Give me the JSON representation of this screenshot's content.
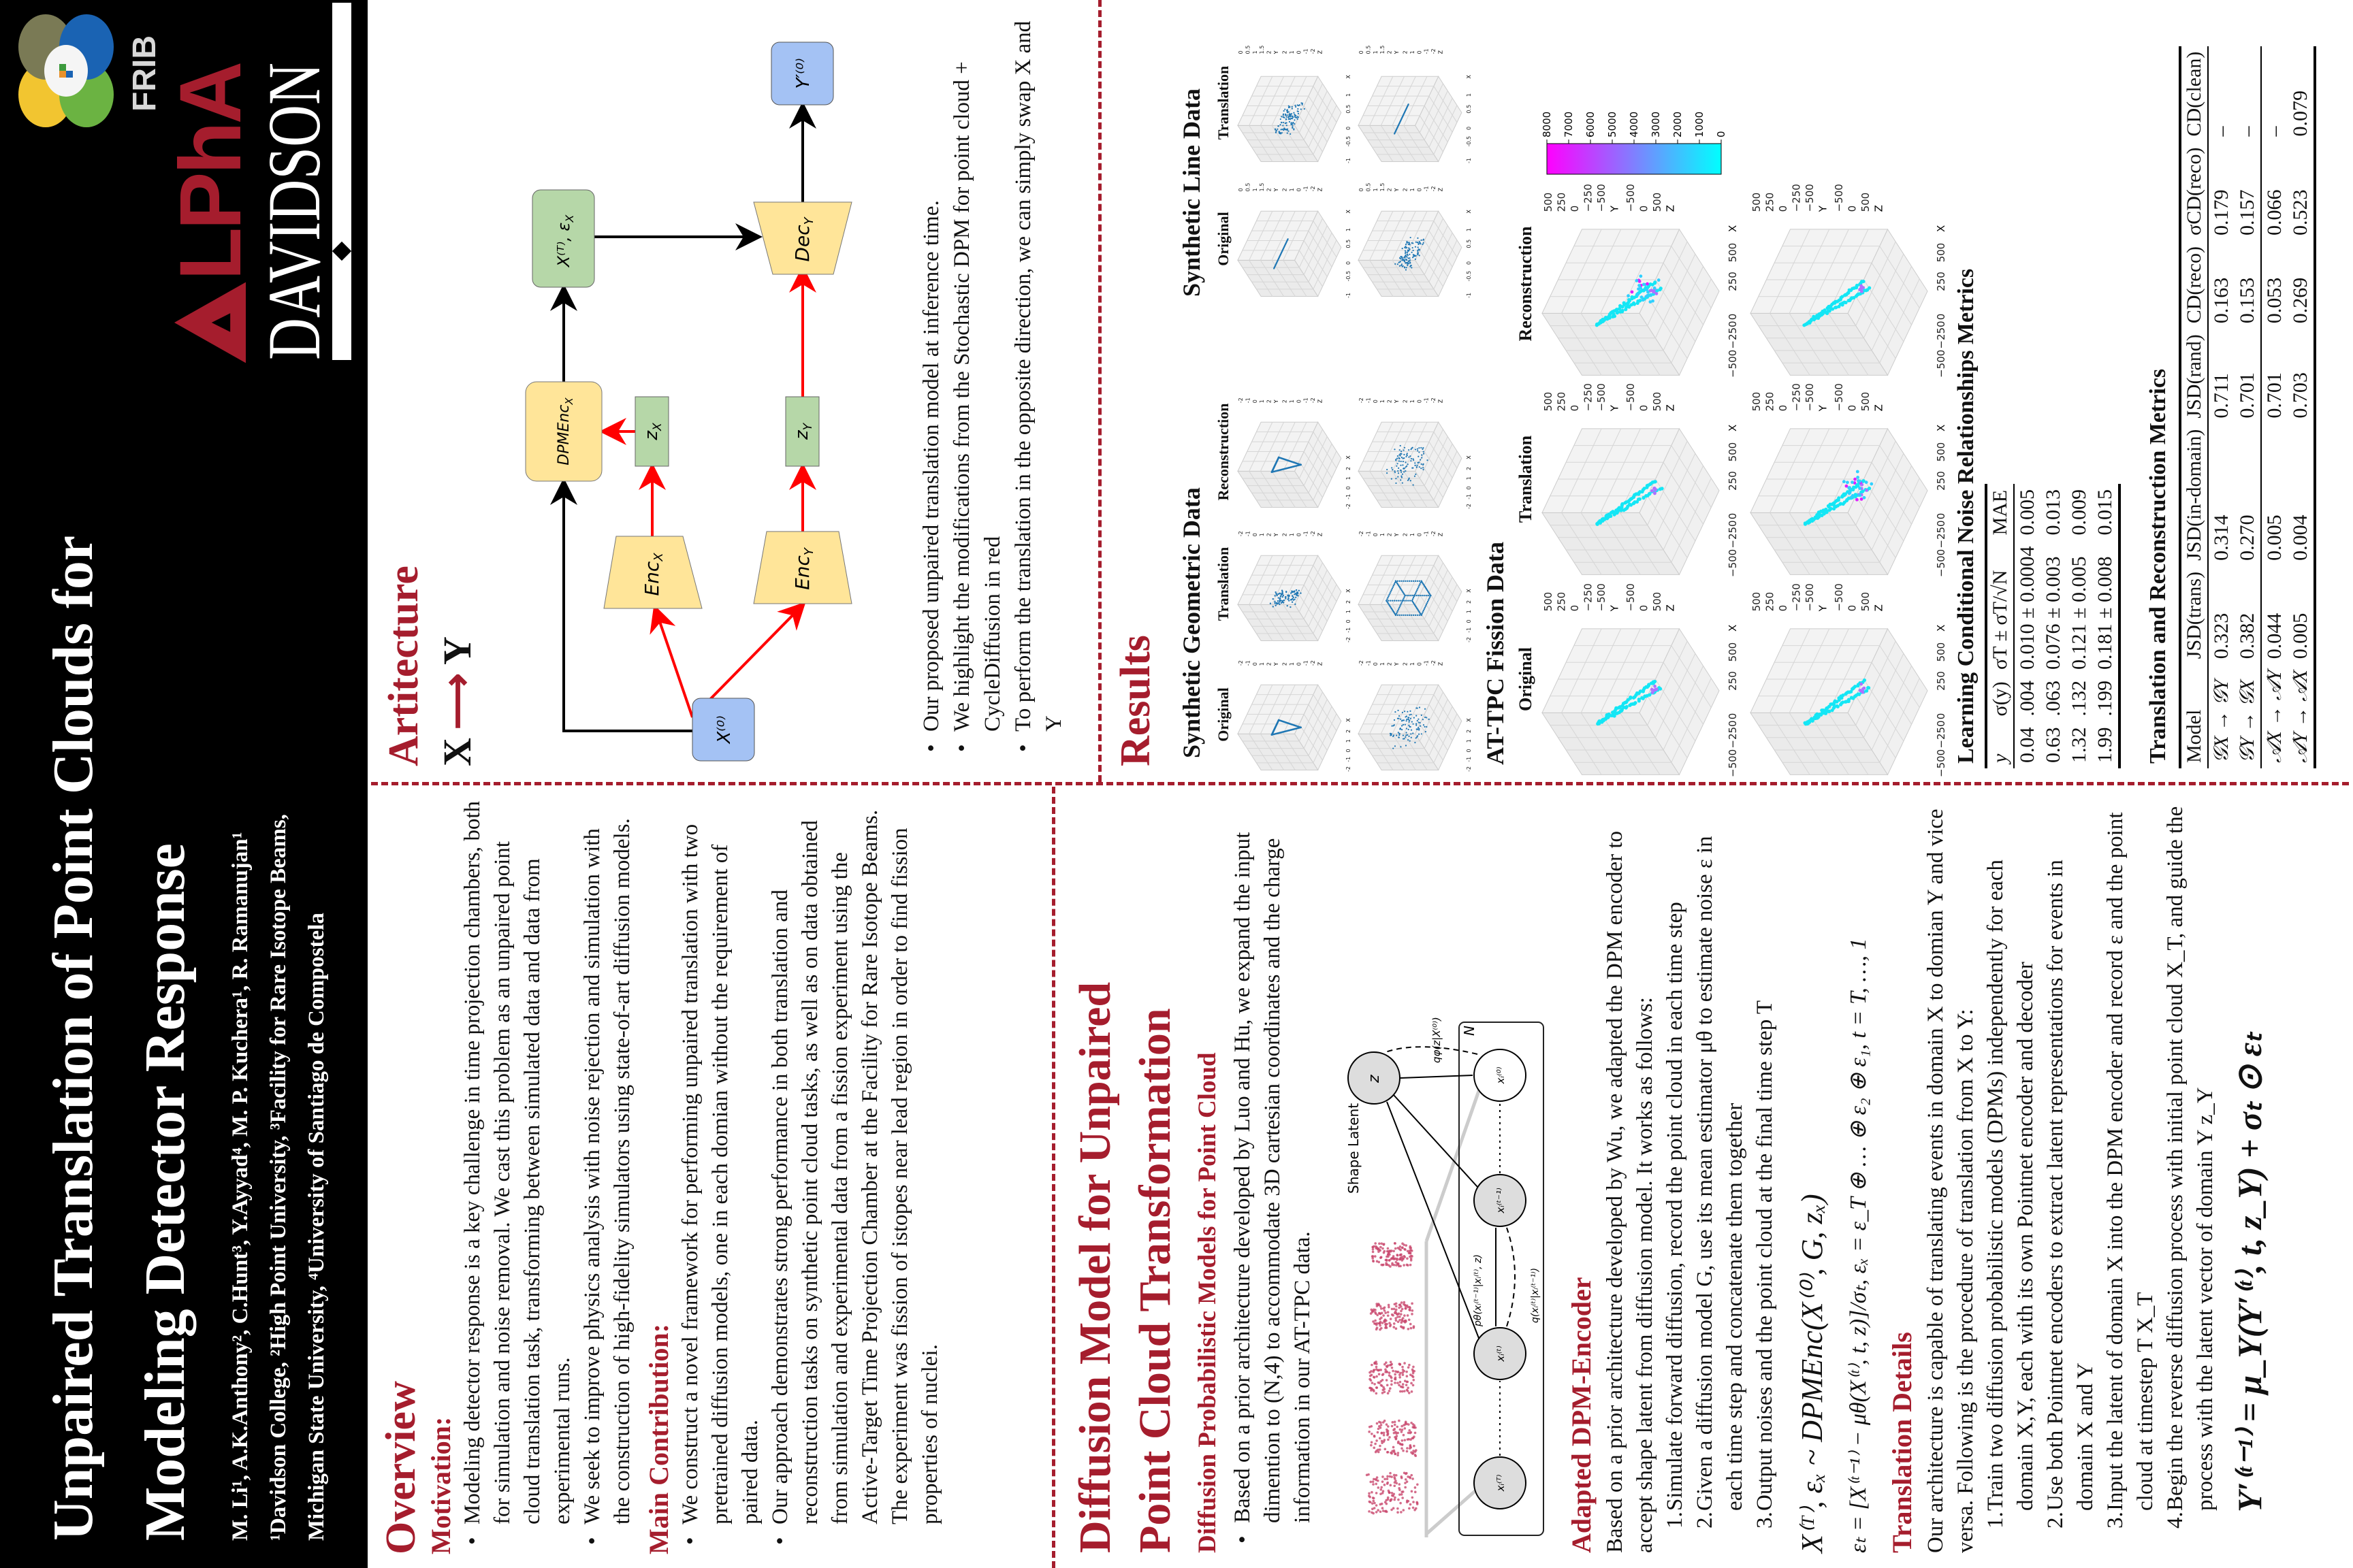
{
  "header": {
    "title_line1": "Unpaired Translation of Point Clouds for",
    "title_line2": "Modeling Detector Response",
    "authors": "M. Li¹, A.K.Anthony², C.Hunt³, Y.Ayyad⁴, M. P. Kuchera¹, R. Ramanujan¹",
    "affiliations_line1": "¹Davidson College, ²High Point University, ³Facility for Rare Isotope Beams,",
    "affiliations_line2": "Michigan State University, ⁴University of Santiago de Compostela",
    "logos": {
      "frib": "FRIB",
      "alpha": "LPhA",
      "davidson": "DAVIDSON"
    }
  },
  "overview": {
    "heading": "Overview",
    "motivation_heading": "Motivation:",
    "motivation_bullets": [
      "Modeling detector response is a key challenge in time projection chambers, both for simulation and noise removal. We cast this problem as an unpaired point cloud translation task, transforming between simulated data and data from experimental runs.",
      "We seek to improve physics analysis with noise rejection and simulation with the construction of high-fidelity simulators using state-of-art diffusion models."
    ],
    "contribution_heading": "Main Contribution:",
    "contribution_bullets": [
      "We construct a novel framework for performing unpaired translation with two pretrained diffusion models, one in each domian without the requirement of paired data.",
      "Our approach demonstrates strong performance in both translation and reconstruction tasks on synthetic point cloud tasks, as well as on data obtained from simulation and experimental data from a fission experiment using the Active-Target Time Projection Chamber at the Facility for Rare Isotope Beams. The experiment was fission of istopes near lead region in order to find fission properties of nuclei."
    ]
  },
  "diffusion": {
    "heading_line1": "Diffusion Model for Unpaired",
    "heading_line2": "Point Cloud Transformation",
    "dpm_heading": "Diffusion Probabilistic Models for Point Cloud",
    "dpm_bullet": "Based on a prior architecture developed by Luo and Hu, we expand the input dimention to (N,4) to accommodate 3D cartesian coordinates and the charge information in our AT-TPC data.",
    "figure": {
      "shape_latent": "Shape Latent",
      "z": "z",
      "plate": "N",
      "q_phi": "qφ(z|X⁽⁰⁾)",
      "p_theta": "pθ(xᵢ⁽ᵗ⁻¹⁾|xᵢ⁽ᵗ⁾, z)",
      "q": "q(xᵢ⁽ᵗ⁾|xᵢ⁽ᵗ⁻¹⁾)",
      "nodes": [
        "xᵢ⁽ᵀ⁾",
        "xᵢ⁽ᵗ⁾",
        "xᵢ⁽ᵗ⁻¹⁾",
        "xᵢ⁽⁰⁾"
      ]
    },
    "encoder_heading": "Adapted DPM-Encoder",
    "encoder_intro": "Based on a prior architecture developed by Wu, we adapted the DPM encoder to accept shape latent from diffusion model. It works as follows:",
    "encoder_steps": [
      "Simulate forward diffusion, record the point cloud in each time step",
      "Given a diffusion model G, use its mean estimator μθ to estimate noise ε in each time step and concatenate them together",
      "Output noises and the point cloud at the final time step T"
    ],
    "eq1": "X⁽ᵀ⁾, εₓ ~ DPMEnc(X⁽⁰⁾, G, zₓ)",
    "eq2": "εₜ = [X⁽ᵗ⁻¹⁾ − μθ(X⁽ᵗ⁾, t, z)]/σₜ,    εₓ = ε_T ⊕ … ⊕ ε₂ ⊕ ε₁,    t = T, …, 1",
    "translation_heading": "Translation Details",
    "translation_intro": "Our architecture is capable of translating events in domain X to domian Y and vice versa. Following is the procedure of translation from X to Y:",
    "translation_steps": [
      "Train two diffusion probabilistic models (DPMs) independently for each domain X,Y, each with its own Pointnet encoder and decoder",
      "Use both Pointnet encoders to extract latent representations for events in domain X and Y",
      "Input the latent of domain X into the DPM encoder and record ε and the point cloud at timestep T X_T",
      "Begin the reverse diffusion process with initial point cloud X_T, and guide the process with the latent vector of domain Y z_Y"
    ],
    "eq3": "Y′⁽ᵗ⁻¹⁾ = μ_Y(Y′⁽ᵗ⁾, t, z_Y) + σₜ ⊙ εₜ"
  },
  "architecture": {
    "heading": "Artitecture",
    "direction_from": "X",
    "direction_to": "Y",
    "nodes": {
      "x0": "X⁽⁰⁾",
      "enc": "Enc",
      "enc_x_sub": "X",
      "enc_y_sub": "Y",
      "z": "z",
      "dpmenc": "DPMEnc",
      "xt": "X⁽ᵀ⁾, ε",
      "dec": "Dec",
      "y0": "Y′⁽⁰⁾"
    },
    "bullets": [
      "Our proposed unpaired translation model at inference time.",
      "We highlight the modifications from the Stochastic DPM for point cloud + CycleDiffusion in red",
      "To perform the translation in the opposite direction, we can simply swap X and Y"
    ]
  },
  "results": {
    "heading": "Results",
    "geometric_heading": "Synthetic Geometric Data",
    "line_heading": "Synthetic Line Data",
    "fission_heading": "AT-TPC Fission Data",
    "labels": {
      "original": "Original",
      "translation": "Translation",
      "reconstruction": "Reconstruction"
    },
    "geo_ticks": {
      "x": [
        "-2",
        "-1",
        "0",
        "1",
        "2"
      ],
      "y": [
        "-2",
        "-1",
        "0",
        "1",
        "2"
      ],
      "z": [
        "2",
        "1",
        "0",
        "-1",
        "-2"
      ],
      "x_name": "X",
      "y_name": "Y",
      "z_name": "Z"
    },
    "line_ticks": {
      "x": [
        "-1",
        "-0.5",
        "0",
        "0.5",
        "1"
      ],
      "y": [
        "0",
        "0.5",
        "1",
        "1.5",
        "2"
      ],
      "z": [
        "2",
        "1",
        "0",
        "-1",
        "-2"
      ],
      "x_name": "X",
      "y_name": "Y",
      "z_name": "Z"
    },
    "fission_ticks": {
      "x": [
        "−500",
        "−250",
        "0",
        "250",
        "500"
      ],
      "y": [
        "500",
        "250",
        "0",
        "−250",
        "−500"
      ],
      "z": [
        "−500",
        "0",
        "500"
      ],
      "x_name": "X",
      "y_name": "Y",
      "z_name": "Z"
    },
    "colorbar": {
      "ticks": [
        "8000",
        "7000",
        "6000",
        "5000",
        "4000",
        "3000",
        "2000",
        "1000",
        "0"
      ],
      "low_color": "#00ffff",
      "high_color": "#ff00ff"
    },
    "table1": {
      "title": "Learning Conditional Noise Relationships Metrics",
      "headers": [
        "y",
        "σ(y)",
        "σT ± σT/√N",
        "MAE"
      ],
      "rows": [
        [
          "0.04",
          ".004",
          "0.010 ± 0.0004",
          "0.005"
        ],
        [
          "0.63",
          ".063",
          "0.076 ± 0.003",
          "0.013"
        ],
        [
          "1.32",
          ".132",
          "0.121 ± 0.005",
          "0.009"
        ],
        [
          "1.99",
          ".199",
          "0.181 ± 0.008",
          "0.015"
        ]
      ]
    },
    "table2": {
      "title": "Translation and Reconstruction Metrics",
      "headers": [
        "Model",
        "JSD(trans)",
        "JSD(in-domain)",
        "JSD(rand)",
        "CD(reco)",
        "σCD(reco)",
        "CD(clean)"
      ],
      "rows": [
        [
          "𝒢X → 𝒢Y",
          "0.323",
          "0.314",
          "0.711",
          "0.163",
          "0.179",
          "–"
        ],
        [
          "𝒢Y → 𝒢X",
          "0.382",
          "0.270",
          "0.701",
          "0.153",
          "0.157",
          "–"
        ],
        [
          "𝒜X → 𝒜Y",
          "0.044",
          "0.005",
          "0.701",
          "0.053",
          "0.066",
          "–"
        ],
        [
          "𝒜Y → 𝒜X",
          "0.005",
          "0.004",
          "0.703",
          "0.269",
          "0.523",
          "0.079"
        ]
      ]
    }
  },
  "colors": {
    "accent": "#a51d2d",
    "blue_box": "#a4c2f4",
    "green_box": "#b6d7a8",
    "yellow_box": "#ffe599",
    "red_arrow": "#ff0000"
  }
}
